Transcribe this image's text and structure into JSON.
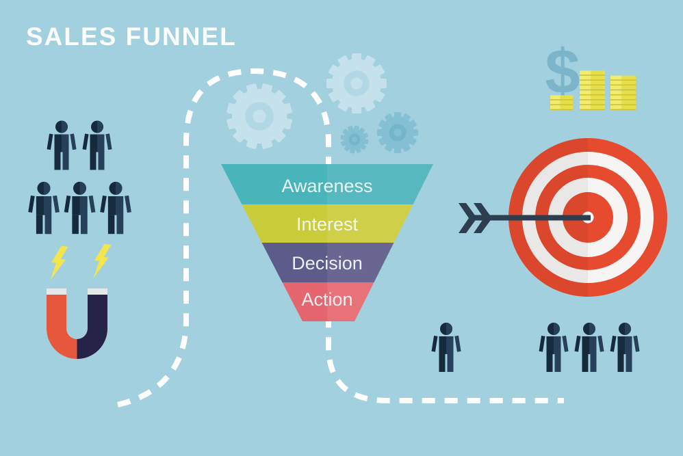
{
  "title": "SALES FUNNEL",
  "palette": {
    "background": "#a3d0df",
    "dash": "#ffffff",
    "person_dark": "#152a3d",
    "person_light": "#27405a",
    "gear_light": "#c5e1eb",
    "gear_light_inner": "#b2d7e5",
    "gear_dark": "#84bfd3",
    "gear_dark_inner": "#74b5cb",
    "magnet_left": "#e5583c",
    "magnet_right": "#262349",
    "magnet_cap": "#e6e9ea",
    "lightning": "#f3e54e",
    "dollar": "#7cb5ca",
    "coin_light": "#f2ec6a",
    "coin_dark": "#e7df45",
    "coin_edge": "#c9c034",
    "target_red": "#e74b2f",
    "target_white": "#f7f5f3",
    "target_center": "#ffffff",
    "arrow": "#2c3e50"
  },
  "funnel": {
    "stages": [
      {
        "label": "Awareness",
        "color": "#49b4ba"
      },
      {
        "label": "Interest",
        "color": "#cbcc39"
      },
      {
        "label": "Decision",
        "color": "#5d5b89"
      },
      {
        "label": "Action",
        "color": "#e6666f"
      }
    ]
  },
  "money": {
    "dollar_symbol": "$",
    "coin_stacks": [
      {
        "coins": 3
      },
      {
        "coins": 8
      },
      {
        "coins": 7
      }
    ]
  },
  "people_groups": {
    "prospects_row_1": {
      "count": 2
    },
    "prospects_row_2": {
      "count": 3
    },
    "lead_single": {
      "count": 1
    },
    "customers_row": {
      "count": 3
    }
  },
  "lightning_bolts": {
    "count": 2
  }
}
